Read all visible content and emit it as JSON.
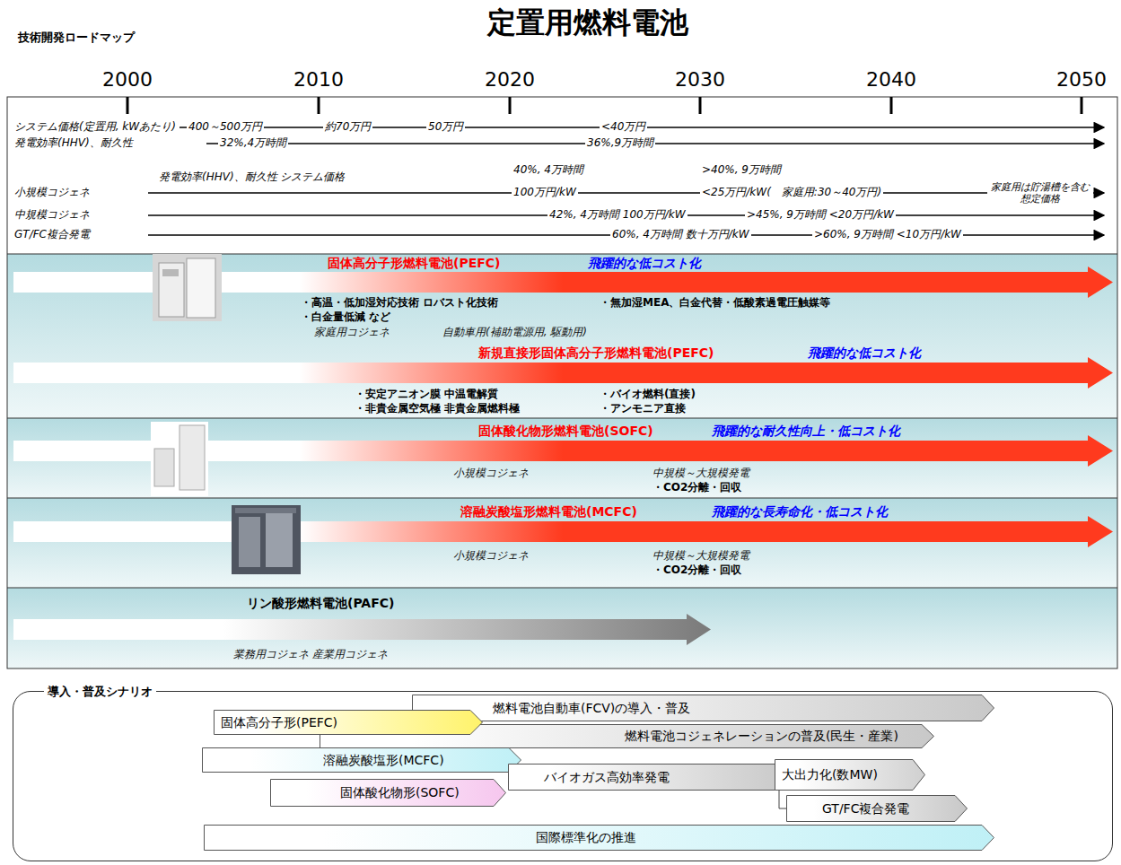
{
  "diagram": {
    "title": "定置用燃料電池",
    "nodes": [
      {
        "text": [
          "固体高分子形燃料電池(PEFC)",
          "飛躍的な低コスト化",
          "・高温・低加湿対応技術 ロバスト化技術",
          "・白金量低減 など",
          "・無加湿MEA、白金代替・低酸素過電圧触媒等",
          "家庭用コジェネ",
          "自動車用(補助電源用, 駆動用)"
        ]
      },
      {
        "text": [
          "新規直接形固体高分子形燃料電池(PEFC)",
          "飛躍的な低コスト化",
          "・安定アニオン膜 中温電解質",
          "・非貴金属空気極 非貴金属燃料極",
          "・バイオ燃料(直接)",
          "・アンモニア直接"
        ]
      },
      {
        "text": [
          "固体酸化物形燃料電池(SOFC)",
          "飛躍的な耐久性向上・低コスト化",
          "小規模コジェネ",
          "中規模～大規模発電",
          "・CO2分離・回収"
        ]
      },
      {
        "text": [
          "溶融炭酸塩形燃料電池(MCFC)",
          "飛躍的な長寿命化・低コスト化",
          "小規模コジェネ",
          "中規模～大規模発電",
          "・CO2分離・回収"
        ]
      },
      {
        "text": [
          "リン酸形燃料電池(PAFC)",
          "業務用コジェネ 産業用コジェネ"
        ]
      },
      {
        "text": [
          "導入・普及シナリオ"
        ]
      },
      {
        "text": [
          "燃料電池自動車(FCV)の導入・普及"
        ],
        "in": 5
      },
      {
        "text": [
          "固体高分子形(PEFC)"
        ],
        "in": 5
      },
      {
        "text": [
          "燃料電池コジェネレーションの普及(民生・産業)"
        ],
        "in": 5
      },
      {
        "text": [
          "溶融炭酸塩形(MCFC)"
        ],
        "in": 5
      },
      {
        "text": [
          "バイオガス高効率発電"
        ],
        "in": 5
      },
      {
        "text": [
          "大出力化(数MW)"
        ],
        "in": 5
      },
      {
        "text": [
          "固体酸化物形(SOFC)"
        ],
        "in": 5
      },
      {
        "text": [
          "GT/FC複合発電"
        ],
        "in": 5
      },
      {
        "text": [
          "国際標準化の推進"
        ],
        "in": 5
      }
    ],
    "edges": [
      {
        "from": 11,
        "to": 13,
        "arrow": "none"
      }
    ],
    "labels": [
      "技術開発ロードマップ",
      "2000",
      "2010",
      "2020",
      "2030",
      "2040",
      "2050",
      "システム価格(定置用, kWあたり)",
      "400～500万円",
      "約70万円",
      "50万円",
      "<40万円",
      "発電効率(HHV)、耐久性",
      "32%,4万時間",
      "36%,9万時間",
      "小規模コジェネ",
      "発電効率(HHV)、耐久性 システム価格",
      "40%, 4万時間",
      "100万円/kW",
      ">40%, 9万時間",
      "<25万円/kW(　家庭用:30～40万円)",
      "家庭用は貯湯槽を含む想定価格",
      "中規模コジェネ",
      "42%, 4万時間 100万円/kW",
      ">45%, 9万時間 <20万円/kW",
      "GT/FC複合発電",
      "60%, 4万時間 数十万円/kW",
      ">60%, 9万時間 <10万円/kW"
    ]
  }
}
